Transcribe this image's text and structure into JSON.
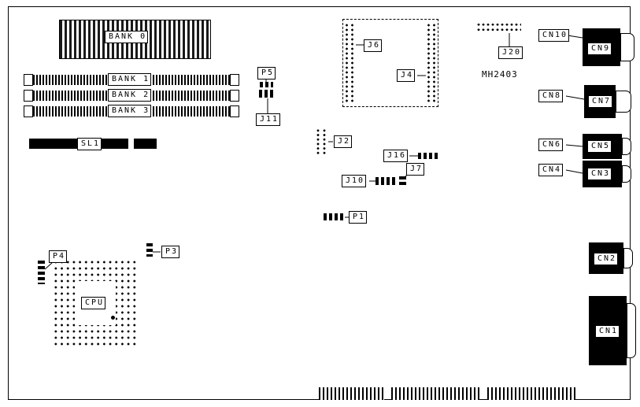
{
  "memory": {
    "bank0": "BANK 0",
    "bank1": "BANK 1",
    "bank2": "BANK 2",
    "bank3": "BANK 3"
  },
  "slots": {
    "sl1": "SL1"
  },
  "cpu": {
    "label": "CPU"
  },
  "headers": {
    "p1": "P1",
    "p3": "P3",
    "p4": "P4",
    "p5": "P5",
    "j2": "J2",
    "j4": "J4",
    "j6": "J6",
    "j7": "J7",
    "j10": "J10",
    "j11": "J11",
    "j16": "J16",
    "j20": "J20"
  },
  "chips": {
    "mh2403": "MH2403"
  },
  "connectors": {
    "cn1": "CN1",
    "cn2": "CN2",
    "cn3": "CN3",
    "cn4": "CN4",
    "cn5": "CN5",
    "cn6": "CN6",
    "cn7": "CN7",
    "cn8": "CN8",
    "cn9": "CN9",
    "cn10": "CN10"
  },
  "colors": {
    "background": "#ffffff",
    "ink": "#000000"
  }
}
